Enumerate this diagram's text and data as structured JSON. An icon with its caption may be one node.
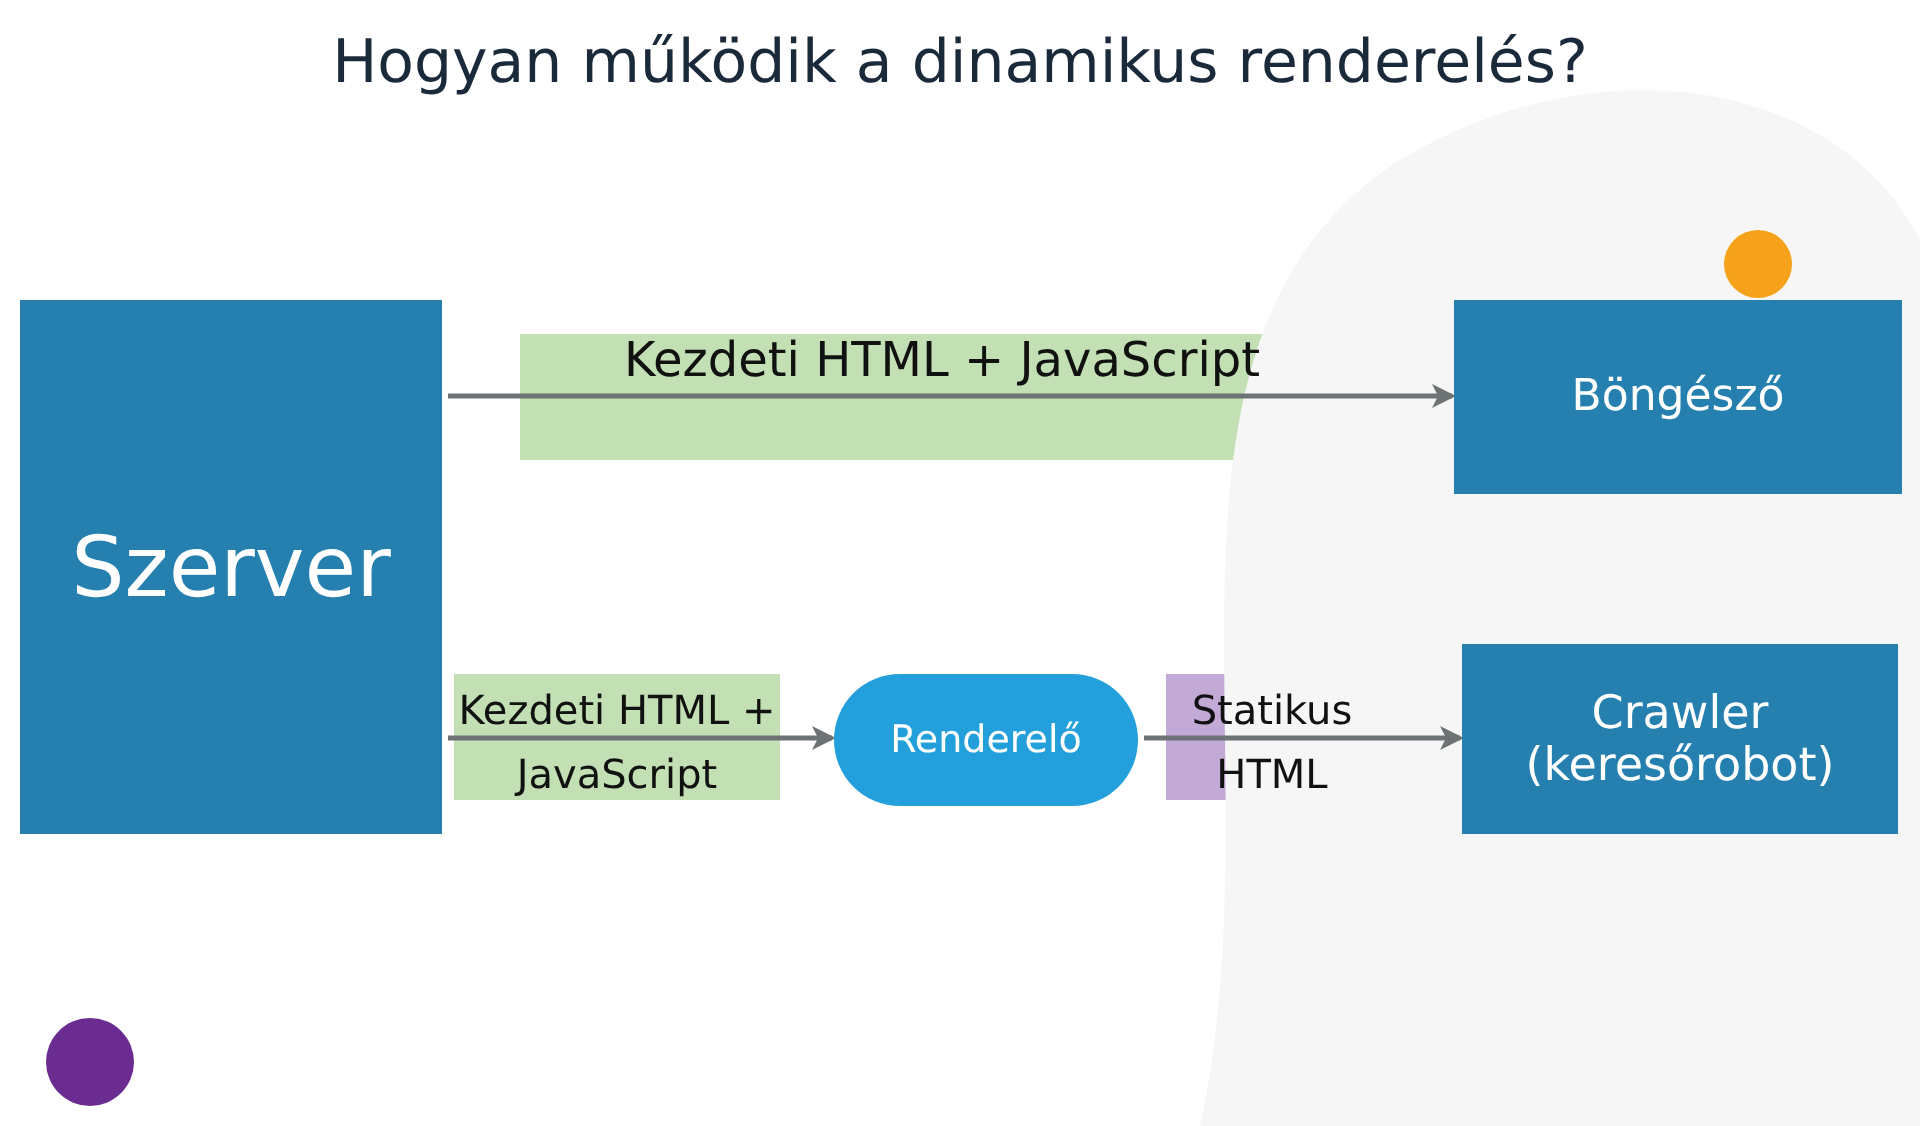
{
  "diagram": {
    "title": "Hogyan működik a dinamikus renderelés?",
    "nodes": [
      {
        "text": [
          "Szerver"
        ]
      },
      {
        "text": [
          "Böngésző"
        ]
      },
      {
        "text": [
          "Renderelő"
        ]
      },
      {
        "text": [
          "Crawler (keresőrobot)"
        ]
      }
    ],
    "edges": [
      {
        "from": 0,
        "to": 1,
        "arrow": "to",
        "label": "Kezdeti HTML + JavaScript"
      },
      {
        "from": 0,
        "to": 2,
        "arrow": "to",
        "label": "Kezdeti HTML + JavaScript"
      },
      {
        "from": 2,
        "to": 3,
        "arrow": "to",
        "label": "Statikus HTML"
      }
    ]
  }
}
